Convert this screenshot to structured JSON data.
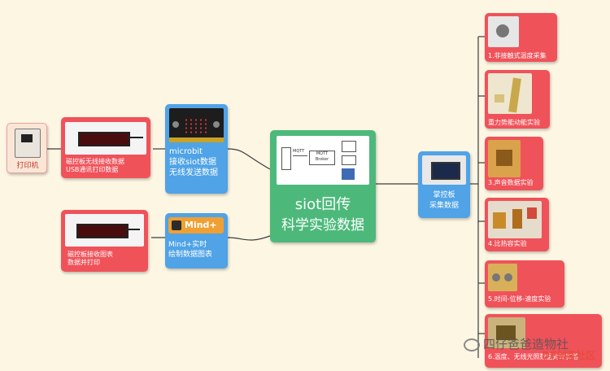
{
  "center": {
    "title": "siot回传",
    "subtitle": "科学实验数据"
  },
  "mqtt": {
    "label": "MQTT\nBroker",
    "mqtt_tag": "MQTT"
  },
  "left": {
    "printer_label": "打印机",
    "led1_caption": "磁控板无线接收数据\nUSB通讯打印数据",
    "microbit_caption": "microbit\n接收siot数据\n无线发送数据",
    "led2_caption": "磁控板接收图表\n数据并打印",
    "mind_logo": "Mind+",
    "mind_caption": "Mind+实时\n绘制数据图表"
  },
  "right": {
    "controller_caption": "掌控板\n采集数据",
    "items": [
      {
        "label": "1.非接触式温度采集"
      },
      {
        "label": "重力势能动能实验"
      },
      {
        "label": "3.声音数据实验"
      },
      {
        "label": "4.比热容实验"
      },
      {
        "label": "5.时间-位移-速度实验"
      },
      {
        "label": "6.温度、无线光照数据对比实验"
      }
    ]
  },
  "watermark": {
    "text": "四仔爸爸造物社",
    "sub": "DF创客社区"
  },
  "colors": {
    "red": "#f0525a",
    "blue": "#4fa3e6",
    "green": "#4cb97a",
    "orange": "#f0a032",
    "bg": "#fdf6e3"
  }
}
